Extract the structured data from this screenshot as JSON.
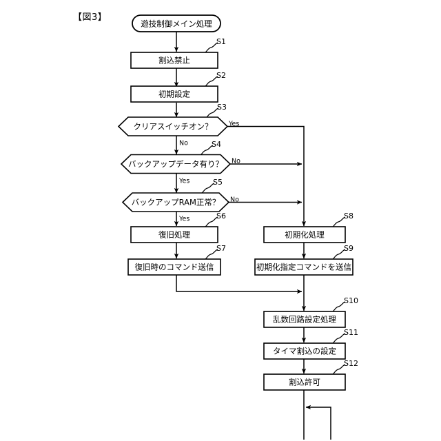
{
  "figure": {
    "title": "【図3】",
    "caption_id": "figure-3"
  },
  "diagram": {
    "type": "flowchart",
    "orientation": "top-to-bottom",
    "language": "ja",
    "start_node": {
      "id": "start",
      "shape": "terminator",
      "label": "遊技制御メイン処理"
    },
    "nodes": [
      {
        "id": "S1",
        "step": "S1",
        "shape": "process",
        "label": "割込禁止"
      },
      {
        "id": "S2",
        "step": "S2",
        "shape": "process",
        "label": "初期設定"
      },
      {
        "id": "S3",
        "step": "S3",
        "shape": "decision",
        "label": "クリアスイッチオン？"
      },
      {
        "id": "S4",
        "step": "S4",
        "shape": "decision",
        "label": "バックアップデータ有り？"
      },
      {
        "id": "S5",
        "step": "S5",
        "shape": "decision",
        "label": "バックアップRAM正常？"
      },
      {
        "id": "S6",
        "step": "S6",
        "shape": "process",
        "label": "復旧処理"
      },
      {
        "id": "S7",
        "step": "S7",
        "shape": "process",
        "label": "復旧時のコマンド送信"
      },
      {
        "id": "S8",
        "step": "S8",
        "shape": "process",
        "label": "初期化処理"
      },
      {
        "id": "S9",
        "step": "S9",
        "shape": "process",
        "label": "初期化指定コマンドを送信"
      },
      {
        "id": "S10",
        "step": "S10",
        "shape": "process",
        "label": "乱数回路設定処理"
      },
      {
        "id": "S11",
        "step": "S11",
        "shape": "process",
        "label": "タイマ割込の設定"
      },
      {
        "id": "S12",
        "step": "S12",
        "shape": "process",
        "label": "割込許可"
      }
    ],
    "branch_labels": {
      "s3_yes": "Yes",
      "s3_no": "No",
      "s4_no": "No",
      "s4_yes": "Yes",
      "s5_no": "No",
      "s5_yes": "Yes"
    },
    "edges": [
      {
        "from": "start",
        "to": "S1",
        "label": ""
      },
      {
        "from": "S1",
        "to": "S2",
        "label": ""
      },
      {
        "from": "S2",
        "to": "S3",
        "label": ""
      },
      {
        "from": "S3",
        "to": "S8",
        "label": "Yes"
      },
      {
        "from": "S3",
        "to": "S4",
        "label": "No"
      },
      {
        "from": "S4",
        "to": "S8",
        "label": "No"
      },
      {
        "from": "S4",
        "to": "S5",
        "label": "Yes"
      },
      {
        "from": "S5",
        "to": "S8",
        "label": "No"
      },
      {
        "from": "S5",
        "to": "S6",
        "label": "Yes"
      },
      {
        "from": "S6",
        "to": "S7",
        "label": ""
      },
      {
        "from": "S7",
        "to": "S10",
        "label": ""
      },
      {
        "from": "S8",
        "to": "S9",
        "label": ""
      },
      {
        "from": "S9",
        "to": "S10",
        "label": ""
      },
      {
        "from": "S10",
        "to": "S11",
        "label": ""
      },
      {
        "from": "S11",
        "to": "S12",
        "label": ""
      },
      {
        "from": "S12",
        "to": "loop",
        "label": ""
      }
    ],
    "colors": {
      "stroke": "#000000",
      "fill": "#ffffff",
      "background": "#ffffff"
    }
  }
}
